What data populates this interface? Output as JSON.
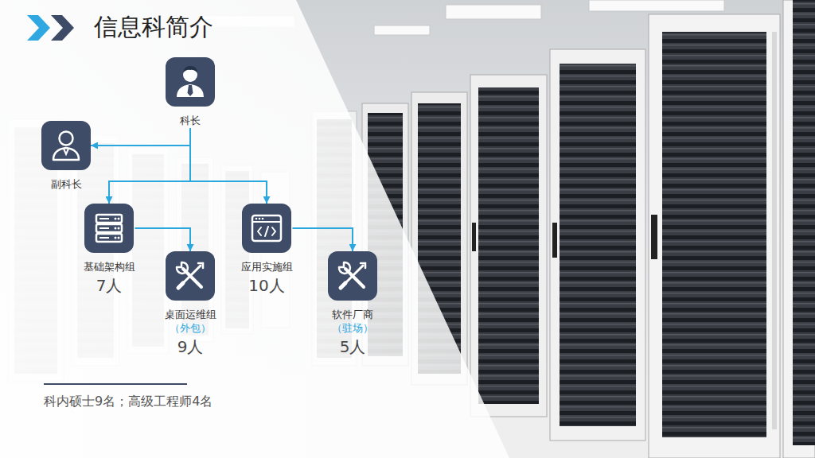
{
  "diagram": {
    "title": "信息科简介",
    "nodes": [
      {
        "text": [
          "科长"
        ]
      },
      {
        "text": [
          "副科长"
        ]
      },
      {
        "text": [
          "基础架构组",
          "7人"
        ]
      },
      {
        "text": [
          "桌面运维组",
          "（外包）",
          "9人"
        ]
      },
      {
        "text": [
          "应用实施组",
          "10人"
        ]
      },
      {
        "text": [
          "软件厂商",
          "（驻场）",
          "5人"
        ]
      }
    ],
    "edges": [
      {
        "from": 0,
        "to": 1,
        "arrow": "to"
      },
      {
        "from": 0,
        "to": 2,
        "arrow": "to"
      },
      {
        "from": 0,
        "to": 4,
        "arrow": "to"
      },
      {
        "from": 2,
        "to": 3,
        "arrow": "to"
      },
      {
        "from": 4,
        "to": 5,
        "arrow": "to"
      }
    ],
    "labels": [
      "科内硕士9名；高级工程师4名"
    ]
  }
}
